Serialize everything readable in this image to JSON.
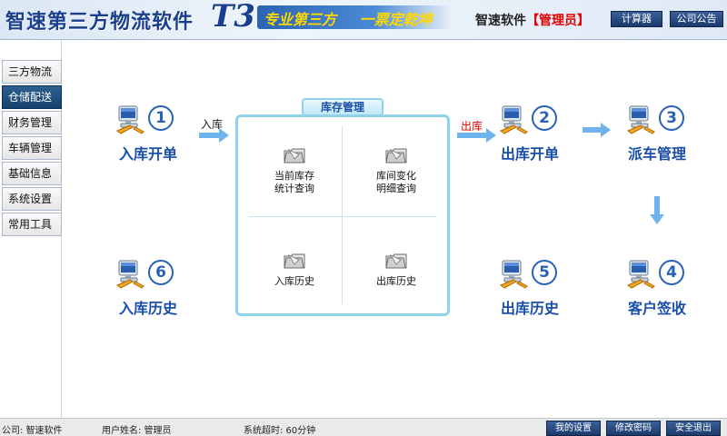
{
  "header": {
    "app_title": "智速第三方物流软件",
    "app_version": "T3",
    "slogan": "专业第三方 一票定乾坤",
    "brand": "智速软件",
    "role": "【管理员】",
    "btn_calculator": "计算器",
    "btn_notice": "公司公告"
  },
  "sidebar": {
    "items": [
      {
        "label": "三方物流"
      },
      {
        "label": "仓储配送"
      },
      {
        "label": "财务管理"
      },
      {
        "label": "车辆管理"
      },
      {
        "label": "基础信息"
      },
      {
        "label": "系统设置"
      },
      {
        "label": "常用工具"
      }
    ],
    "active_index": 1
  },
  "flow": {
    "nodes": [
      {
        "num": "1",
        "label": "入库开单"
      },
      {
        "num": "2",
        "label": "出库开单"
      },
      {
        "num": "3",
        "label": "派车管理"
      },
      {
        "num": "4",
        "label": "客户签收"
      },
      {
        "num": "5",
        "label": "出库历史"
      },
      {
        "num": "6",
        "label": "入库历史"
      }
    ],
    "arrow_in_label": "入库",
    "arrow_out_label": "出库",
    "accent_color": "#1a4fa8",
    "out_label_color": "#e00000"
  },
  "inventory": {
    "title": "库存管理",
    "items": [
      {
        "line1": "当前库存",
        "line2": "统计查询"
      },
      {
        "line1": "库间变化",
        "line2": "明细查询"
      },
      {
        "line1": "入库历史",
        "line2": ""
      },
      {
        "line1": "出库历史",
        "line2": ""
      }
    ]
  },
  "statusbar": {
    "company": "公司: 智速软件",
    "user": "用户姓名: 管理员",
    "timeout": "系统超时: 60分钟",
    "btn_my_settings": "我的设置",
    "btn_change_password": "修改密码",
    "btn_logout": "安全退出"
  }
}
